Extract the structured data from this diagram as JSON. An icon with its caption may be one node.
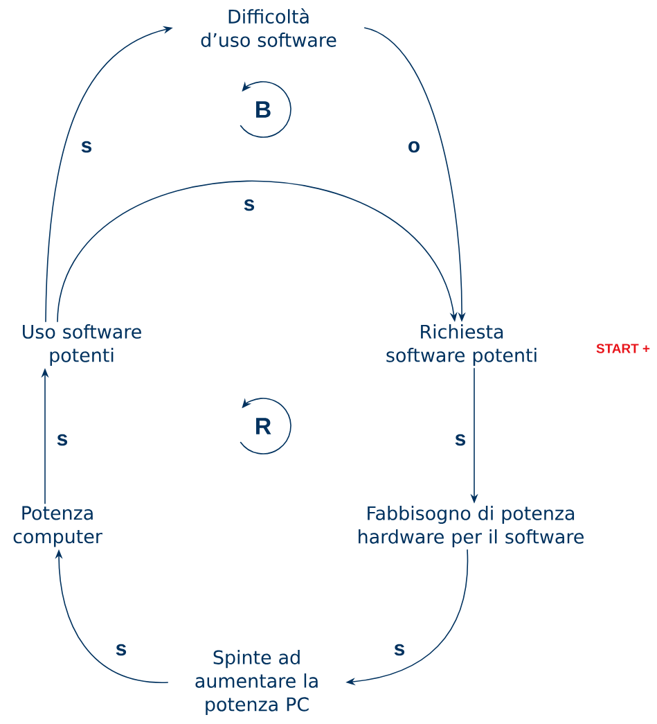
{
  "diagram": {
    "nodes": [
      {
        "text": [
          "Difficoltà d’uso software"
        ]
      },
      {
        "text": [
          "Uso software potenti"
        ]
      },
      {
        "text": [
          "Richiesta software potenti"
        ]
      },
      {
        "text": [
          "Potenza computer"
        ]
      },
      {
        "text": [
          "Fabbisogno di potenza hardware per il software"
        ]
      },
      {
        "text": [
          "Spinte ad aumentare la potenza PC"
        ]
      }
    ],
    "edges": [
      {
        "from": 1,
        "to": 0,
        "arrow": "to",
        "label": "s"
      },
      {
        "from": 0,
        "to": 2,
        "arrow": "to",
        "label": "o"
      },
      {
        "from": 1,
        "to": 2,
        "arrow": "to",
        "label": "s"
      },
      {
        "from": 2,
        "to": 4,
        "arrow": "to",
        "label": "s"
      },
      {
        "from": 4,
        "to": 5,
        "arrow": "to",
        "label": "s"
      },
      {
        "from": 5,
        "to": 3,
        "arrow": "to",
        "label": "s"
      },
      {
        "from": 3,
        "to": 1,
        "arrow": "to",
        "label": "s"
      }
    ],
    "labels": [
      "B",
      "START +",
      "R"
    ]
  }
}
